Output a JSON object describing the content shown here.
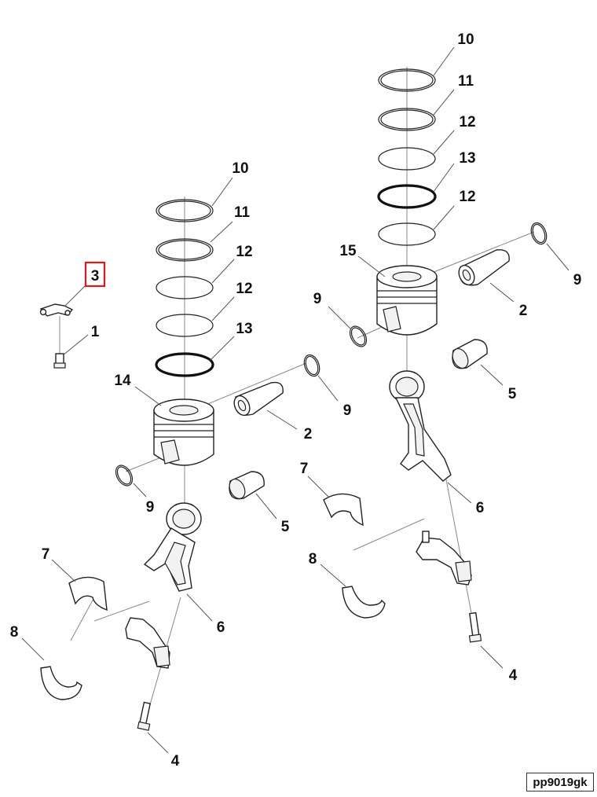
{
  "figure_code": "pp9019gk",
  "highlighted_callout": "3",
  "callouts": {
    "part_1": "1",
    "part_2_left": "2",
    "part_2_right": "2",
    "part_3": "3",
    "part_4_left": "4",
    "part_4_right": "4",
    "part_5_left": "5",
    "part_5_right": "5",
    "part_6_left": "6",
    "part_6_right": "6",
    "part_7_left": "7",
    "part_7_right": "7",
    "part_8_left": "8",
    "part_8_right": "8",
    "part_9_left_a": "9",
    "part_9_left_b": "9",
    "part_9_right_a": "9",
    "part_9_right_b": "9",
    "part_10_left": "10",
    "part_10_right": "10",
    "part_11_left": "11",
    "part_11_right": "11",
    "part_12_left_a": "12",
    "part_12_left_b": "12",
    "part_12_right_a": "12",
    "part_12_right_b": "12",
    "part_13_left": "13",
    "part_13_right": "13",
    "part_14": "14",
    "part_15": "15"
  },
  "colors": {
    "highlight": "#e01818",
    "line": "#222222",
    "background": "#ffffff"
  }
}
